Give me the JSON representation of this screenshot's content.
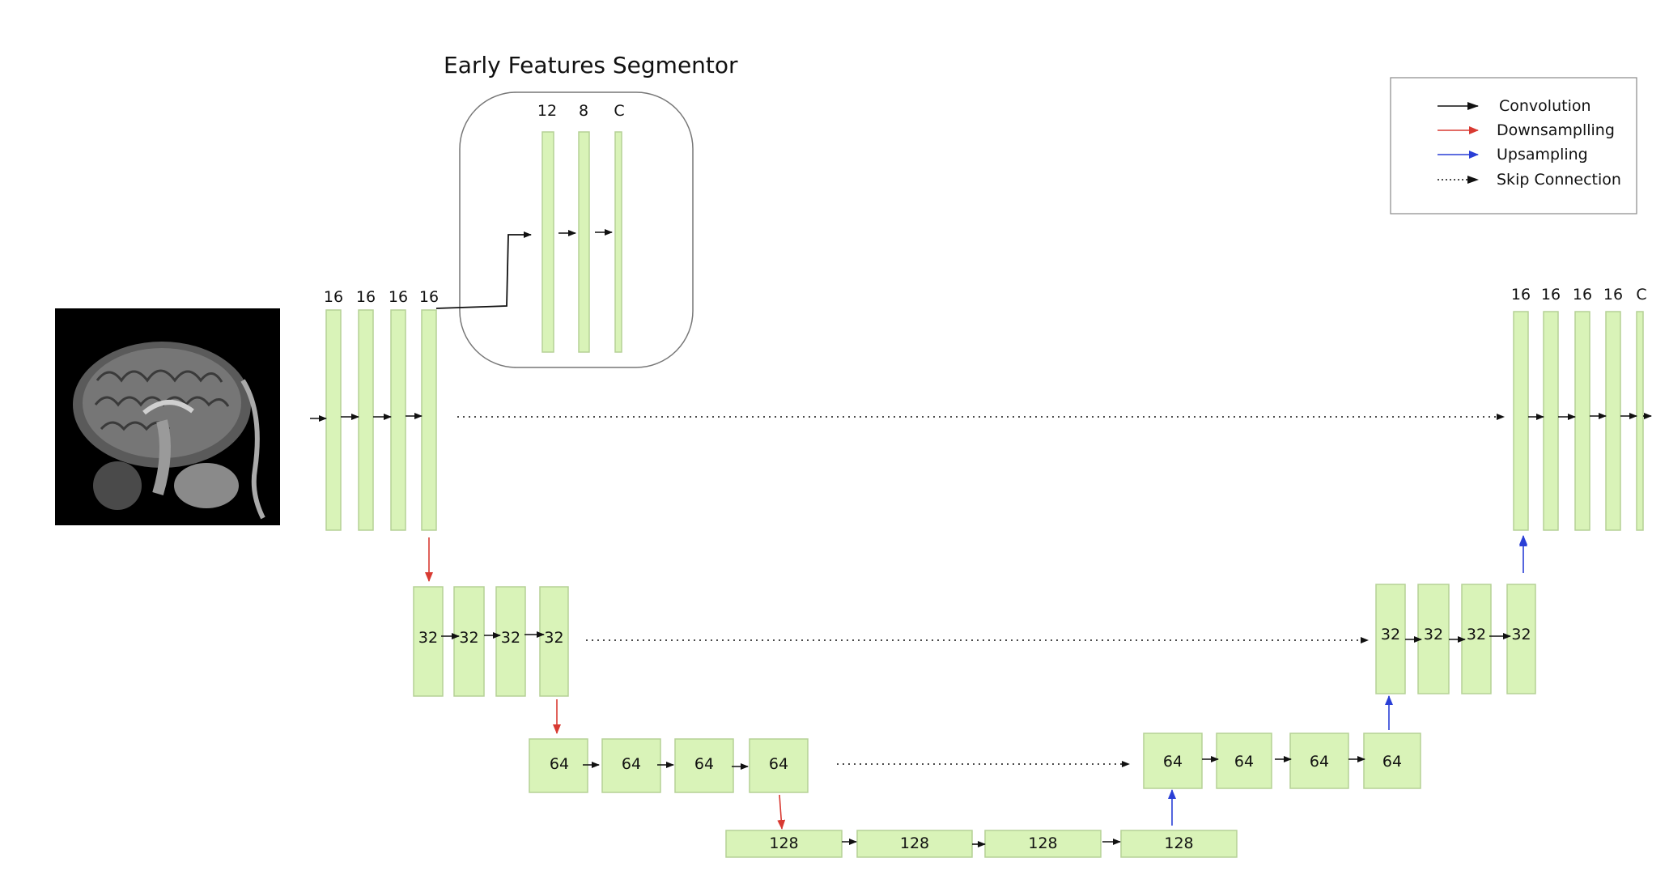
{
  "title": "Early Features Segmentor",
  "legend": {
    "items": [
      {
        "label": "Convolution",
        "kind": "conv"
      },
      {
        "label": "Downsamplling",
        "kind": "down"
      },
      {
        "label": "Upsampling",
        "kind": "up"
      },
      {
        "label": "Skip Connection",
        "kind": "skip"
      }
    ]
  },
  "colors": {
    "block_fill": "#d9f3b8",
    "block_stroke": "#b5d196",
    "convolution": "#111111",
    "downsampling": "#d83a32",
    "upsampling": "#2a3fd6",
    "skip": "#111111"
  },
  "input_image": "brain-mri-sagittal",
  "encoder": {
    "level1": [
      "16",
      "16",
      "16",
      "16"
    ],
    "level2": [
      "32",
      "32",
      "32",
      "32"
    ],
    "level3": [
      "64",
      "64",
      "64",
      "64"
    ]
  },
  "bottleneck": [
    "128",
    "128",
    "128",
    "128"
  ],
  "decoder": {
    "level3": [
      "64",
      "64",
      "64",
      "64"
    ],
    "level2": [
      "32",
      "32",
      "32",
      "32"
    ],
    "level1": [
      "16",
      "16",
      "16",
      "16",
      "C"
    ]
  },
  "segmentor": [
    "12",
    "8",
    "C"
  ]
}
